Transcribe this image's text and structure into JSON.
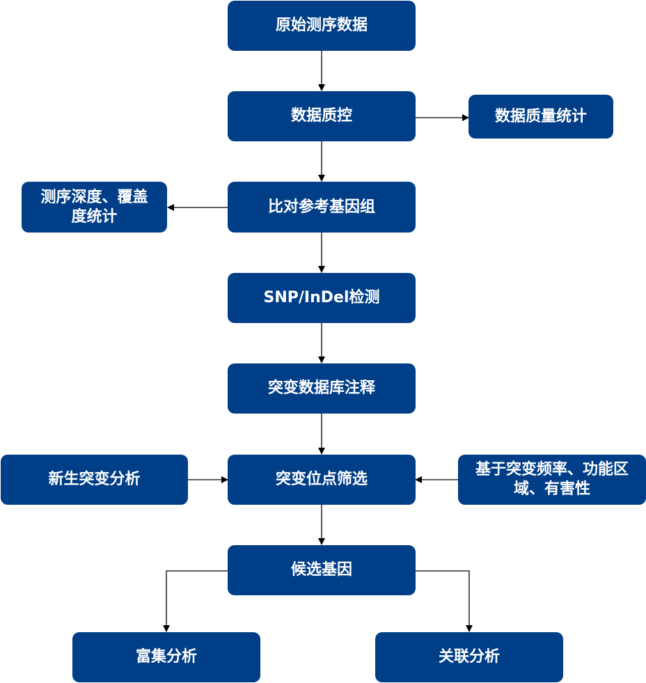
{
  "nodes": {
    "raw_data": "原始测序数据",
    "qc": "数据质控",
    "qc_stats": "数据质量统计",
    "align": "比对参考基因组",
    "depth_stats": "测序深度、覆盖度统计",
    "snp_detect": "SNP/InDel检测",
    "db_annot": "突变数据库注释",
    "denovo": "新生突变分析",
    "filter": "突变位点筛选",
    "criteria": "基于突变频率、功能区域、有害性",
    "candidate": "候选基因",
    "enrich": "富集分析",
    "assoc": "关联分析"
  },
  "colors": {
    "box": "#003F88",
    "text": "#FFFFFF",
    "line": "#000000"
  }
}
